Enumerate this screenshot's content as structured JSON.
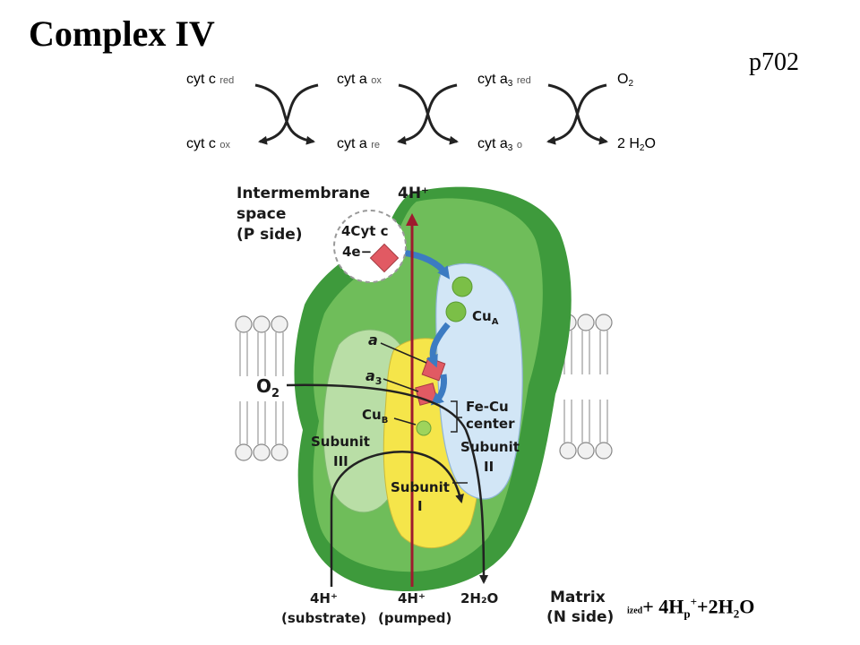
{
  "slide": {
    "title": "Complex IV",
    "page_ref": "p702"
  },
  "cycle": {
    "top": [
      {
        "base": "cyt c",
        "sub": "",
        "state": "red"
      },
      {
        "base": "cyt a",
        "sub": "",
        "state": "ox"
      },
      {
        "base": "cyt a",
        "sub": "3",
        "state": "red"
      },
      {
        "base": "O",
        "sub": "2",
        "state": ""
      }
    ],
    "bottom": [
      {
        "base": "cyt c",
        "sub": "",
        "state": "ox"
      },
      {
        "base": "cyt a",
        "sub": "",
        "state": "re"
      },
      {
        "base": "cyt a",
        "sub": "3",
        "state": "o"
      },
      {
        "base": "2 H",
        "sub": "2",
        "state": "O"
      }
    ]
  },
  "figure": {
    "intermembrane_label": [
      "Intermembrane",
      "space",
      "(P side)"
    ],
    "cytc_label": [
      "4Cyt c",
      "4e−"
    ],
    "proton_top": "4H⁺",
    "cu_a": "Cu",
    "cu_a_sub": "A",
    "heme_a": "a",
    "heme_a3": "a",
    "heme_a3_sub": "3",
    "cu_b": "Cu",
    "cu_b_sub": "B",
    "o2": "O",
    "o2_sub": "2",
    "fecu": [
      "Fe-Cu",
      "center"
    ],
    "subunit2": [
      "Subunit",
      "II"
    ],
    "subunit3": [
      "Subunit",
      "III"
    ],
    "subunit1": [
      "Subunit",
      "I"
    ],
    "bottom_labels": [
      {
        "main": "4H⁺",
        "note": "(substrate)"
      },
      {
        "main": "4H⁺",
        "note": "(pumped)"
      },
      {
        "main": "2H₂O",
        "note": ""
      }
    ],
    "matrix_label": [
      "Matrix",
      "(N side)"
    ]
  },
  "equation": {
    "fragment": "ized",
    "rest_1": "+ 4H",
    "sub_p": "p",
    "sup_plus": "+",
    "rest_2": "+2H",
    "sub_2": "2",
    "rest_3": "O"
  },
  "colors": {
    "outer_green": "#3e9a3c",
    "inner_green": "#6fbd5a",
    "subunit3": "#b9dea6",
    "subunit1": "#f5e54a",
    "subunit2": "#d2e6f6",
    "proton_arrow": "#9e1b2e",
    "cytc_square": "#e15a63",
    "blue_arrow": "#3c7bc2"
  }
}
